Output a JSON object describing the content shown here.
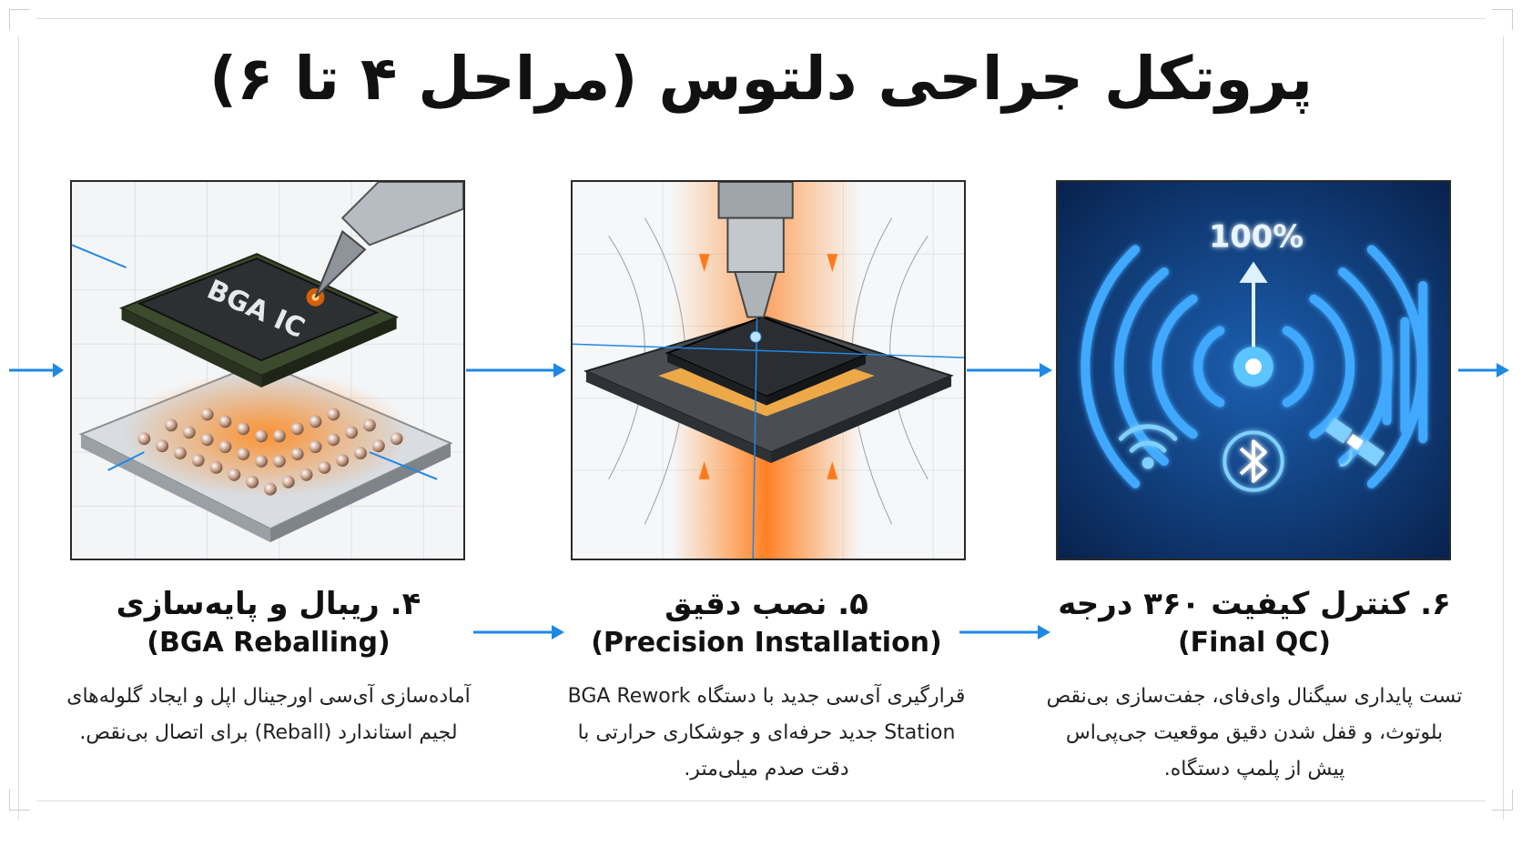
{
  "title": "پروتکل جراحی دلتوس (مراحل ۴ تا ۶)",
  "steps": [
    {
      "title": "۴. ریبال و پایه‌سازی",
      "subtitle": "(BGA Reballing)",
      "description": "آماده‌سازی آی‌سی اورجینال اپل و ایجاد گلوله‌های لجیم استاندارد (Reball) برای اتصال بی‌نقص.",
      "chip_label": "BGA IC"
    },
    {
      "title": "۵. نصب دقیق",
      "subtitle": "(Precision Installation)",
      "description": "قرارگیری آی‌سی جدید با دستگاه BGA Rework Station جدید حرفه‌ای و جوشکاری حرارتی با دقت صدم میلی‌متر."
    },
    {
      "title": "۶. کنترل کیفیت ۳۶۰ درجه",
      "subtitle": "(Final QC)",
      "description": "تست پایداری سیگنال وای‌فای، جفت‌سازی بی‌نقص بلوتوث، و قفل شدن دقیق موقعیت جی‌پی‌اس پیش از پلمپ دستگاه.",
      "signal_label": "100%"
    }
  ],
  "colors": {
    "arrow": "#1e88e5",
    "heat": "#ff7a1a",
    "qc_bg": "#0b2a5c",
    "qc_glow": "#3fa9ff"
  },
  "icons": [
    "soldering-tip-icon",
    "nozzle-icon",
    "wifi-icon",
    "bluetooth-icon",
    "satellite-icon",
    "up-arrow-icon"
  ]
}
